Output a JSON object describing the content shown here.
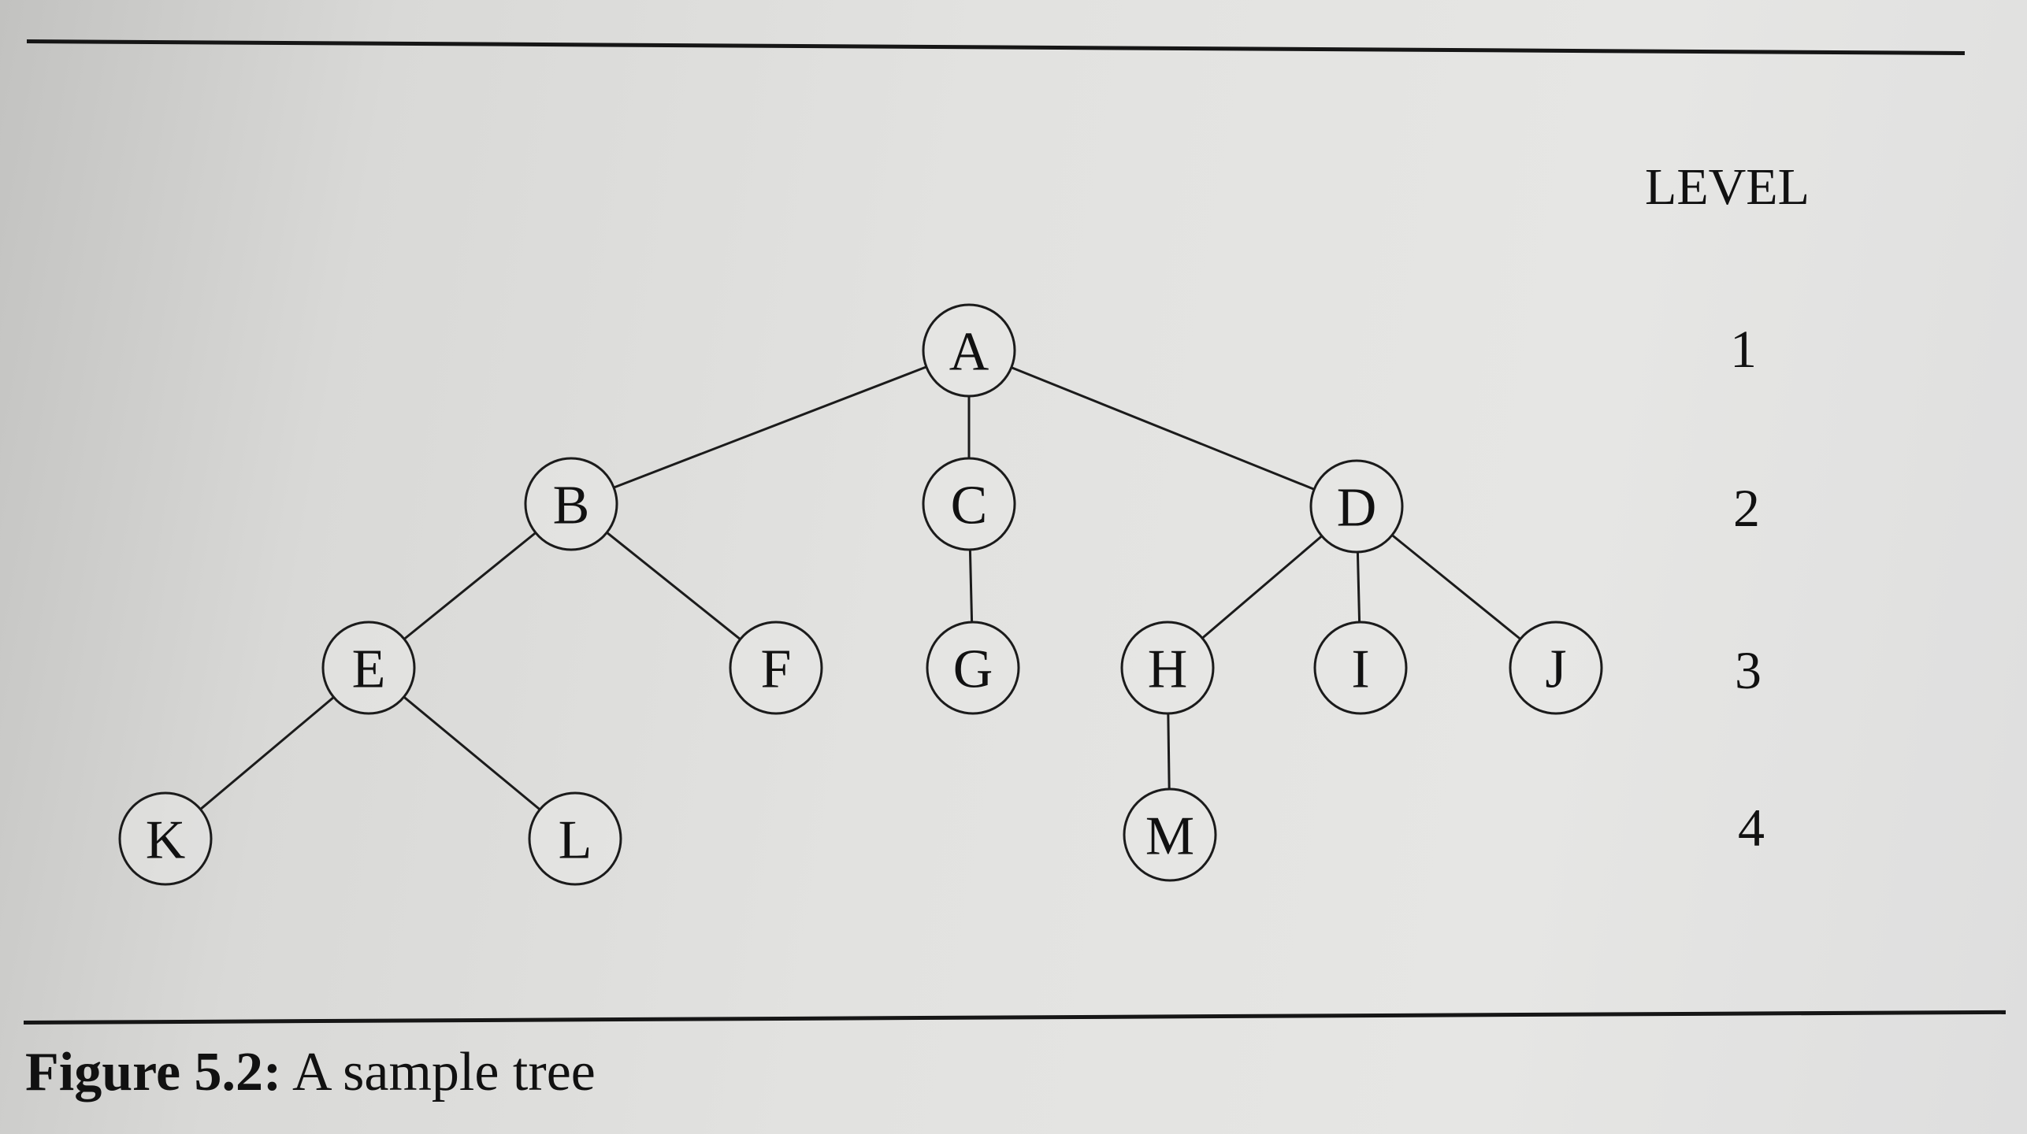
{
  "figure": {
    "caption_label": "Figure 5.2:",
    "caption_text": "A sample tree"
  },
  "levels": {
    "header": "LEVEL",
    "numbers": [
      "1",
      "2",
      "3",
      "4"
    ]
  },
  "tree": {
    "nodes": [
      {
        "id": "A",
        "label": "A",
        "level": 1
      },
      {
        "id": "B",
        "label": "B",
        "level": 2
      },
      {
        "id": "C",
        "label": "C",
        "level": 2
      },
      {
        "id": "D",
        "label": "D",
        "level": 2
      },
      {
        "id": "E",
        "label": "E",
        "level": 3
      },
      {
        "id": "F",
        "label": "F",
        "level": 3
      },
      {
        "id": "G",
        "label": "G",
        "level": 3
      },
      {
        "id": "H",
        "label": "H",
        "level": 3
      },
      {
        "id": "I",
        "label": "I",
        "level": 3
      },
      {
        "id": "J",
        "label": "J",
        "level": 3
      },
      {
        "id": "K",
        "label": "K",
        "level": 4
      },
      {
        "id": "L",
        "label": "L",
        "level": 4
      },
      {
        "id": "M",
        "label": "M",
        "level": 4
      }
    ],
    "edges": [
      [
        "A",
        "B"
      ],
      [
        "A",
        "C"
      ],
      [
        "A",
        "D"
      ],
      [
        "B",
        "E"
      ],
      [
        "B",
        "F"
      ],
      [
        "C",
        "G"
      ],
      [
        "D",
        "H"
      ],
      [
        "D",
        "I"
      ],
      [
        "D",
        "J"
      ],
      [
        "E",
        "K"
      ],
      [
        "E",
        "L"
      ],
      [
        "H",
        "M"
      ]
    ]
  }
}
